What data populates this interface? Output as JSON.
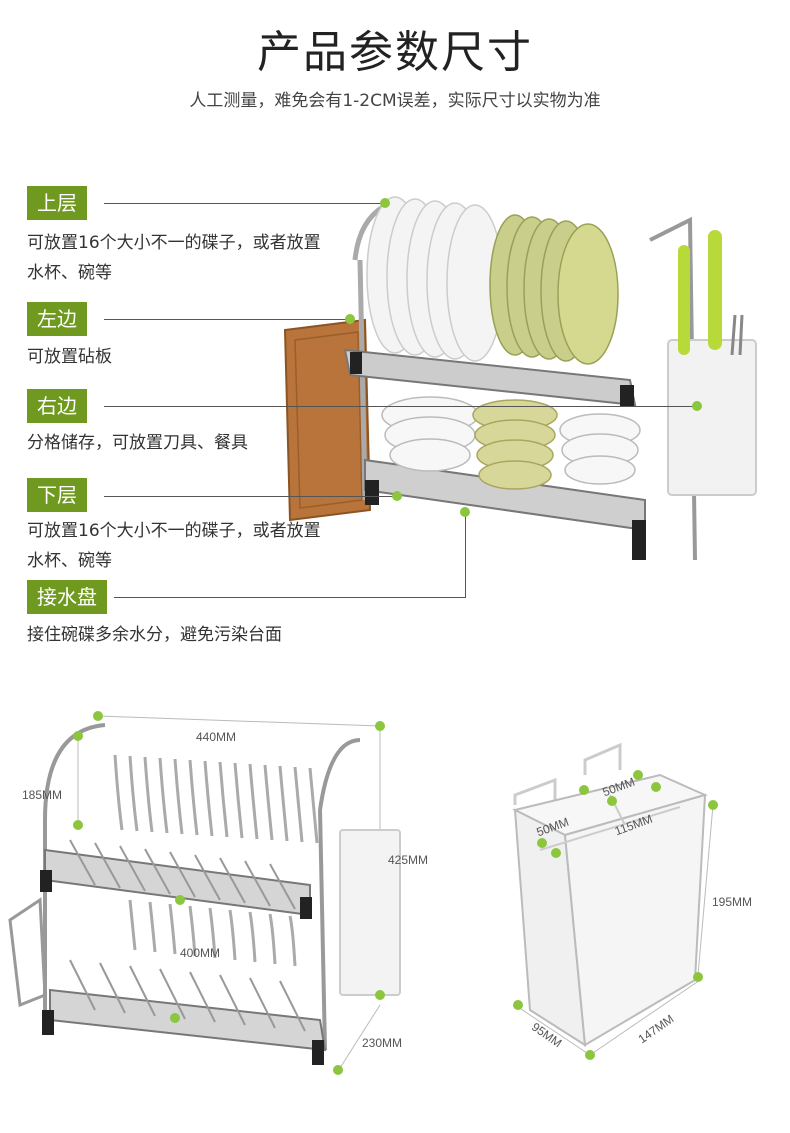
{
  "header": {
    "title": "产品参数尺寸",
    "subtitle": "人工测量，难免会有1-2CM误差，实际尺寸以实物为准"
  },
  "callouts": [
    {
      "label": "上层",
      "desc": "可放置16个大小不一的碟子，或者放置水杯、碗等"
    },
    {
      "label": "左边",
      "desc": "可放置砧板"
    },
    {
      "label": "右边",
      "desc": "分格储存，可放置刀具、餐具"
    },
    {
      "label": "下层",
      "desc": "可放置16个大小不一的碟子，或者放置水杯、碗等"
    },
    {
      "label": "接水盘",
      "desc": "接住碗碟多余水分，避免污染台面"
    }
  ],
  "dimensions": {
    "width": "440MM",
    "top_height": "185MM",
    "total_height": "425MM",
    "inner_width": "400MM",
    "depth": "230MM"
  },
  "holder_dimensions": {
    "slot_a": "50MM",
    "slot_b": "50MM",
    "slot_c": "115MM",
    "height": "195MM",
    "width": "95MM",
    "length": "147MM"
  },
  "colors": {
    "accent": "#6f9a1f",
    "dot": "#8cc63e"
  }
}
